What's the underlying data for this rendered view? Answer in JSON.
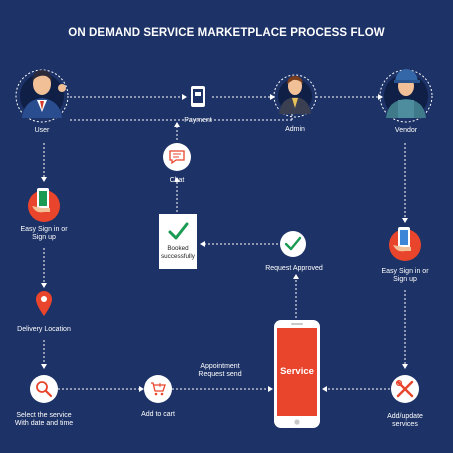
{
  "title": "ON DEMAND SERVICE MARKETPLACE PROCESS FLOW",
  "colors": {
    "background": "#1d3266",
    "accent_red": "#e8452c",
    "accent_green": "#1a9a52",
    "line": "#ffffff"
  },
  "nodes": {
    "user": "User",
    "payment": "Payment",
    "admin": "Admin",
    "vendor": "Vendor",
    "chat": "Chat",
    "user_signin_1": "Easy Sign in or",
    "user_signin_2": "Sign up",
    "booked_1": "Booked",
    "booked_2": "successfully",
    "request_approved": "Request Approved",
    "vendor_signin_1": "Easy Sign in or",
    "vendor_signin_2": "Sign up",
    "delivery_location": "Delivery Location",
    "service": "Service",
    "appointment_1": "Appointment",
    "appointment_2": "Request send",
    "select_service_1": "Select the service",
    "select_service_2": "With date and time",
    "add_to_cart": "Add to cart",
    "add_update_1": "Add/update",
    "add_update_2": "services"
  },
  "icons": [
    "user-avatar-icon",
    "payment-phone-icon",
    "admin-avatar-icon",
    "vendor-avatar-icon",
    "chat-icon",
    "phone-signin-icon",
    "check-icon",
    "location-pin-icon",
    "search-icon",
    "cart-icon",
    "tools-icon"
  ]
}
